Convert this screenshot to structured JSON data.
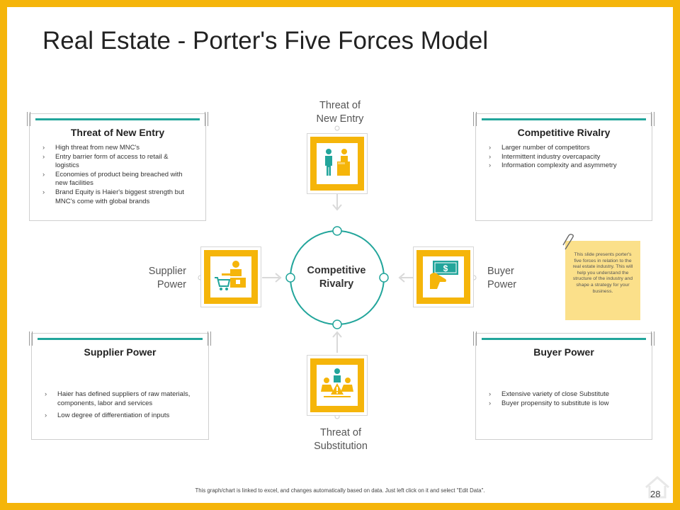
{
  "title": "Real Estate - Porter's Five Forces Model",
  "boxes": {
    "new_entry": {
      "heading": "Threat of New Entry",
      "items": [
        "High threat from new MNC's",
        "Entry barrier form of access to retail & logistics",
        "Economies of product being breached with new facilities",
        "Brand Equity is Haier's biggest strength but MNC's come with global brands"
      ]
    },
    "rivalry": {
      "heading": "Competitive Rivalry",
      "items": [
        "Larger number of competitors",
        "Intermittent industry overcapacity",
        "Information complexity and asymmetry"
      ]
    },
    "supplier": {
      "heading": "Supplier Power",
      "items": [
        "Haier has defined suppliers of raw materials, components, labor and services",
        "Low degree of differentiation of inputs"
      ]
    },
    "buyer": {
      "heading": "Buyer Power",
      "items": [
        "Extensive variety of close Substitute",
        "Buyer propensity to substitute is low"
      ]
    }
  },
  "labels": {
    "top": "Threat of\nNew Entry",
    "left": "Supplier\nPower",
    "right": "Buyer\nPower",
    "bottom": "Threat of\nSubstitution",
    "center": "Competitive\nRivalry"
  },
  "icons": {
    "top": "business-meeting-icon",
    "left": "cart-cashier-icon",
    "right": "money-in-hand-icon",
    "bottom": "group-warning-icon"
  },
  "note": "This slide presents porter's five forces in relation to the real estate industry. This will help you understand the structure of the industry and shape a strategy for your business.",
  "footer": "This graph/chart is linked to excel, and changes automatically based on data. Just left click on it and select \"Edit Data\".",
  "page_number": "28",
  "colors": {
    "accent": "#f5b50a",
    "teal": "#22a59b",
    "note": "#fbe08a"
  }
}
